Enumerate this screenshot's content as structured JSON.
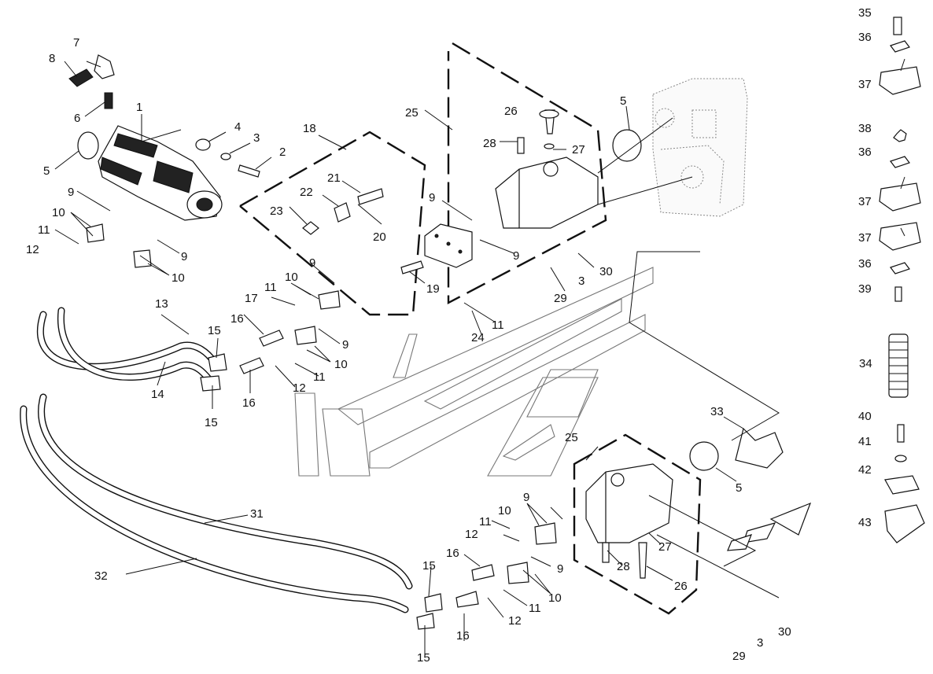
{
  "labels": {
    "l1": "1",
    "l2": "2",
    "l3a": "3",
    "l3b": "3",
    "l3c": "3",
    "l4": "4",
    "l5a": "5",
    "l5b": "5",
    "l5c": "5",
    "l6": "6",
    "l7": "7",
    "l8": "8",
    "l9a": "9",
    "l9b": "9",
    "l9c": "9",
    "l9d": "9",
    "l9e": "9",
    "l9f": "9",
    "l9g": "9",
    "l9h": "9",
    "l10a": "10",
    "l10b": "10",
    "l10c": "10",
    "l10d": "10",
    "l10e": "10",
    "l10f": "10",
    "l11a": "11",
    "l11b": "11",
    "l11c": "11",
    "l11d": "11",
    "l11e": "11",
    "l11f": "11",
    "l12a": "12",
    "l12b": "12",
    "l12c": "12",
    "l12d": "12",
    "l13": "13",
    "l14": "14",
    "l15a": "15",
    "l15b": "15",
    "l15c": "15",
    "l15d": "15",
    "l16a": "16",
    "l16b": "16",
    "l16c": "16",
    "l16d": "16",
    "l17": "17",
    "l18": "18",
    "l19": "19",
    "l20": "20",
    "l21": "21",
    "l22": "22",
    "l23": "23",
    "l24": "24",
    "l25a": "25",
    "l25b": "25",
    "l26a": "26",
    "l26b": "26",
    "l27a": "27",
    "l27b": "27",
    "l28a": "28",
    "l28b": "28",
    "l29a": "29",
    "l29b": "29",
    "l30a": "30",
    "l30b": "30",
    "l31": "31",
    "l32": "32",
    "l33": "33",
    "l34": "34",
    "l35": "35",
    "l36a": "36",
    "l36b": "36",
    "l36c": "36",
    "l37a": "37",
    "l37b": "37",
    "l37c": "37",
    "l38": "38",
    "l39": "39",
    "l40": "40",
    "l41": "41",
    "l42": "42",
    "l43": "43"
  }
}
